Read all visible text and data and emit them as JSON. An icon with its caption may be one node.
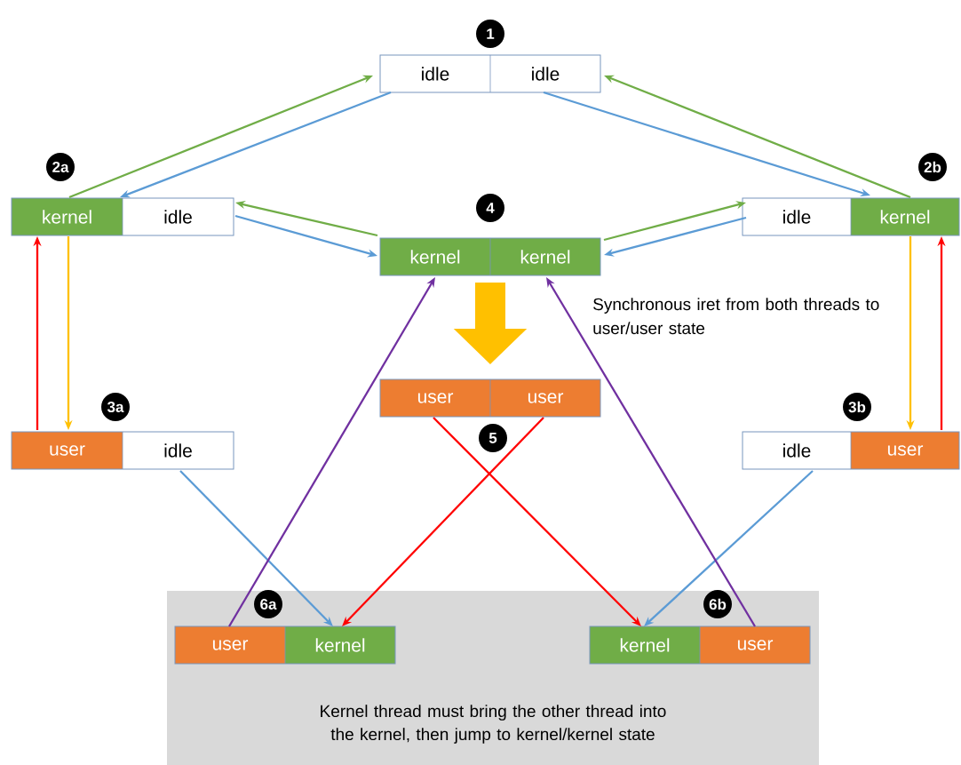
{
  "diagram": {
    "nodes": [
      {
        "text": [
          "idle",
          "idle"
        ],
        "beside": [
          "1"
        ]
      },
      {
        "text": [
          "kernel",
          "idle"
        ],
        "beside": [
          "2a"
        ]
      },
      {
        "text": [
          "idle",
          "kernel"
        ],
        "beside": [
          "2b"
        ]
      },
      {
        "text": [
          "kernel",
          "kernel"
        ],
        "beside": [
          "4"
        ]
      },
      {
        "text": [
          "user",
          "idle"
        ],
        "beside": [
          "3a"
        ]
      },
      {
        "text": [
          "user",
          "user"
        ],
        "beside": [
          "5"
        ]
      },
      {
        "text": [
          "idle",
          "user"
        ],
        "beside": [
          "3b"
        ]
      },
      {
        "text": [
          "Kernel thread must bring the other thread into the kernel, then jump to kernel/kernel state"
        ]
      },
      {
        "text": [
          "user",
          "kernel"
        ],
        "beside": [
          "6a"
        ],
        "in": 7
      },
      {
        "text": [
          "kernel",
          "user"
        ],
        "beside": [
          "6b"
        ],
        "in": 7
      }
    ],
    "edges": [
      {
        "from": 1,
        "to": 0,
        "arrow": "to",
        "color": "#70ad47"
      },
      {
        "from": 0,
        "to": 1,
        "arrow": "to",
        "color": "#5b9bd5"
      },
      {
        "from": 2,
        "to": 0,
        "arrow": "to",
        "color": "#70ad47"
      },
      {
        "from": 0,
        "to": 2,
        "arrow": "to",
        "color": "#5b9bd5"
      },
      {
        "from": 3,
        "to": 1,
        "arrow": "to",
        "color": "#70ad47"
      },
      {
        "from": 1,
        "to": 3,
        "arrow": "to",
        "color": "#5b9bd5"
      },
      {
        "from": 3,
        "to": 2,
        "arrow": "to",
        "color": "#70ad47"
      },
      {
        "from": 2,
        "to": 3,
        "arrow": "to",
        "color": "#5b9bd5"
      },
      {
        "from": 1,
        "to": 4,
        "arrow": "to",
        "color": "#ffc000"
      },
      {
        "from": 4,
        "to": 1,
        "arrow": "to",
        "color": "#ff0000"
      },
      {
        "from": 2,
        "to": 6,
        "arrow": "to",
        "color": "#ffc000"
      },
      {
        "from": 6,
        "to": 2,
        "arrow": "to",
        "color": "#ff0000"
      },
      {
        "from": 4,
        "to": 8,
        "arrow": "to",
        "color": "#5b9bd5"
      },
      {
        "from": 6,
        "to": 9,
        "arrow": "to",
        "color": "#5b9bd5"
      },
      {
        "from": 5,
        "to": 8,
        "arrow": "to",
        "color": "#ff0000"
      },
      {
        "from": 5,
        "to": 9,
        "arrow": "to",
        "color": "#ff0000"
      },
      {
        "from": 8,
        "to": 3,
        "arrow": "to",
        "color": "#7030a0"
      },
      {
        "from": 9,
        "to": 3,
        "arrow": "to",
        "color": "#7030a0"
      },
      {
        "from": 3,
        "to": 5,
        "arrow": "to",
        "style": "thick",
        "color": "#ffc000"
      }
    ],
    "labels": [
      "Synchronous iret from both threads to user/user state"
    ]
  }
}
